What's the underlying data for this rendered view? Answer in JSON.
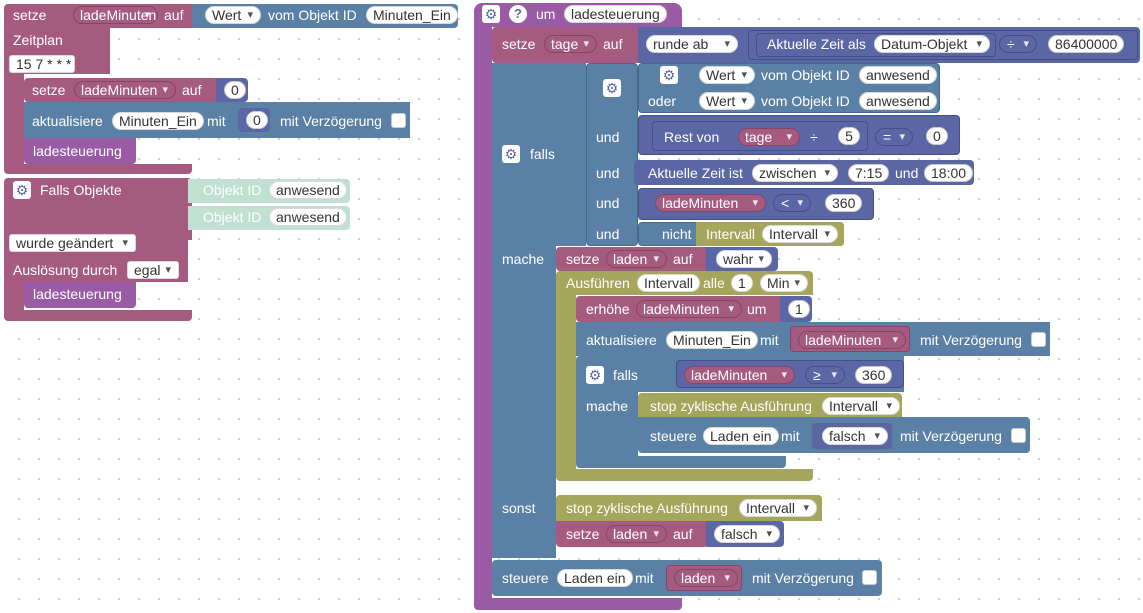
{
  "left": {
    "set_minutes": {
      "setze": "setze",
      "var": "ladeMinuten",
      "auf": "auf",
      "wert": "Wert",
      "vom": "vom Objekt ID",
      "obj": "Minuten_Ein"
    },
    "schedule": {
      "label": "Zeitplan",
      "cron": "15 7 * * *"
    },
    "set_zero": {
      "setze": "setze",
      "var": "ladeMinuten",
      "auf": "auf",
      "value": "0"
    },
    "update": {
      "label": "aktualisiere",
      "obj": "Minuten_Ein",
      "mit": "mit",
      "value": "0",
      "delay": "mit Verzögerung"
    },
    "call1": "ladesteuerung",
    "trigger": {
      "label": "Falls Objekte",
      "obj_label": "Objekt ID",
      "obj1": "anwesend",
      "obj2": "anwesend",
      "changed": "wurde geändert",
      "ausl": "Auslösung durch",
      "egal": "egal"
    },
    "call2": "ladesteuerung"
  },
  "func": {
    "um": "um",
    "name": "ladesteuerung",
    "set_tage": {
      "setze": "setze",
      "var": "tage",
      "auf": "auf",
      "round": "runde ab",
      "time": "Aktuelle Zeit als",
      "format": "Datum-Objekt",
      "op": "÷",
      "value": "86400000"
    },
    "if": {
      "falls": "falls",
      "or_wert1": "Wert",
      "or_vom1": "vom Objekt ID",
      "or_obj1": "anwesend",
      "oder": "oder",
      "or_wert2": "Wert",
      "or_vom2": "vom Objekt ID",
      "or_obj2": "anwesend",
      "und1": "und",
      "rest": "Rest von",
      "rest_var": "tage",
      "div": "÷",
      "div_val": "5",
      "eq": "=",
      "eq_val": "0",
      "und2": "und",
      "time_is": "Aktuelle Zeit ist",
      "between": "zwischen",
      "from": "7:15",
      "und_between": "und",
      "to": "18:00",
      "und3": "und",
      "lm_var": "ladeMinuten",
      "lt": "<",
      "lm_val": "360",
      "und4": "und",
      "nicht": "nicht",
      "interval": "Intervall",
      "interval_var": "Intervall"
    },
    "mache": "mache",
    "set_laden": {
      "setze": "setze",
      "var": "laden",
      "auf": "auf",
      "value": "wahr"
    },
    "run": {
      "label": "Ausführen",
      "var": "Intervall",
      "alle": "alle",
      "count": "1",
      "unit": "Min"
    },
    "inc": {
      "label": "erhöhe",
      "var": "ladeMinuten",
      "um": "um",
      "value": "1"
    },
    "update2": {
      "label": "aktualisiere",
      "obj": "Minuten_Ein",
      "mit": "mit",
      "var": "ladeMinuten",
      "delay": "mit Verzögerung"
    },
    "inner_if": {
      "falls": "falls",
      "var": "ladeMinuten",
      "op": "≥",
      "value": "360"
    },
    "mache2": "mache",
    "stop1": {
      "label": "stop zyklische Ausführung",
      "var": "Intervall"
    },
    "control1": {
      "label": "steuere",
      "obj": "Laden ein",
      "mit": "mit",
      "value": "falsch",
      "delay": "mit Verzögerung"
    },
    "sonst": "sonst",
    "stop2": {
      "label": "stop zyklische Ausführung",
      "var": "Intervall"
    },
    "set_laden2": {
      "setze": "setze",
      "var": "laden",
      "auf": "auf",
      "value": "falsch"
    },
    "control2": {
      "label": "steuere",
      "obj": "Laden ein",
      "mit": "mit",
      "var": "laden",
      "delay": "mit Verzögerung"
    }
  }
}
